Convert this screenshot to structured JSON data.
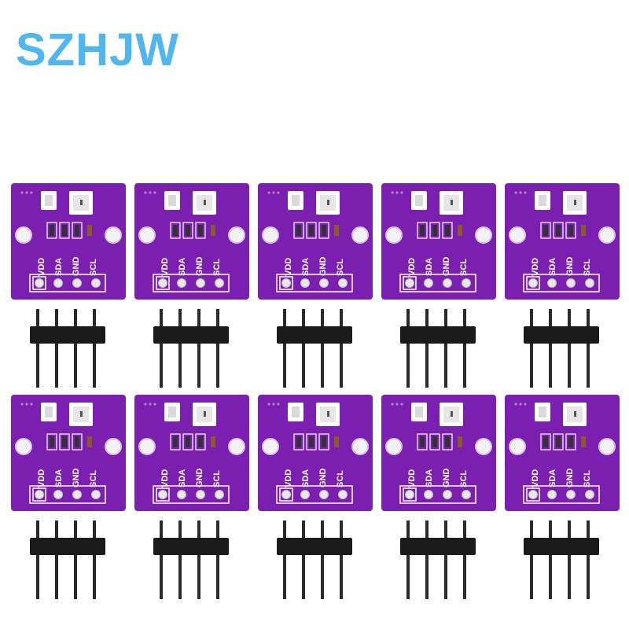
{
  "brand": {
    "text": "SZHJW",
    "color": "#4fb6ee"
  },
  "product": {
    "board_count": 10,
    "rows": 2,
    "columns": 5,
    "pin_labels": [
      "VDD",
      "SDA",
      "GND",
      "SCL"
    ],
    "pcb_color": "#7a1fb0",
    "header_color": "#1a1a1a"
  }
}
